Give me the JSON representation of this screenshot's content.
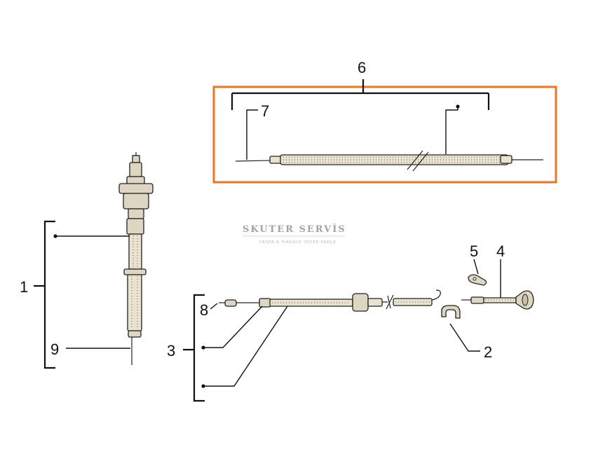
{
  "callouts": {
    "c1": "1",
    "c2": "2",
    "c3": "3",
    "c4": "4",
    "c5": "5",
    "c6": "6",
    "c7": "7",
    "c8": "8",
    "c9": "9"
  },
  "watermark": {
    "title": "SKUTER SERVİS",
    "subtitle": "VESPA & PIAGGIO YEDEK PARÇA"
  },
  "highlight": {
    "color": "#E87722"
  }
}
